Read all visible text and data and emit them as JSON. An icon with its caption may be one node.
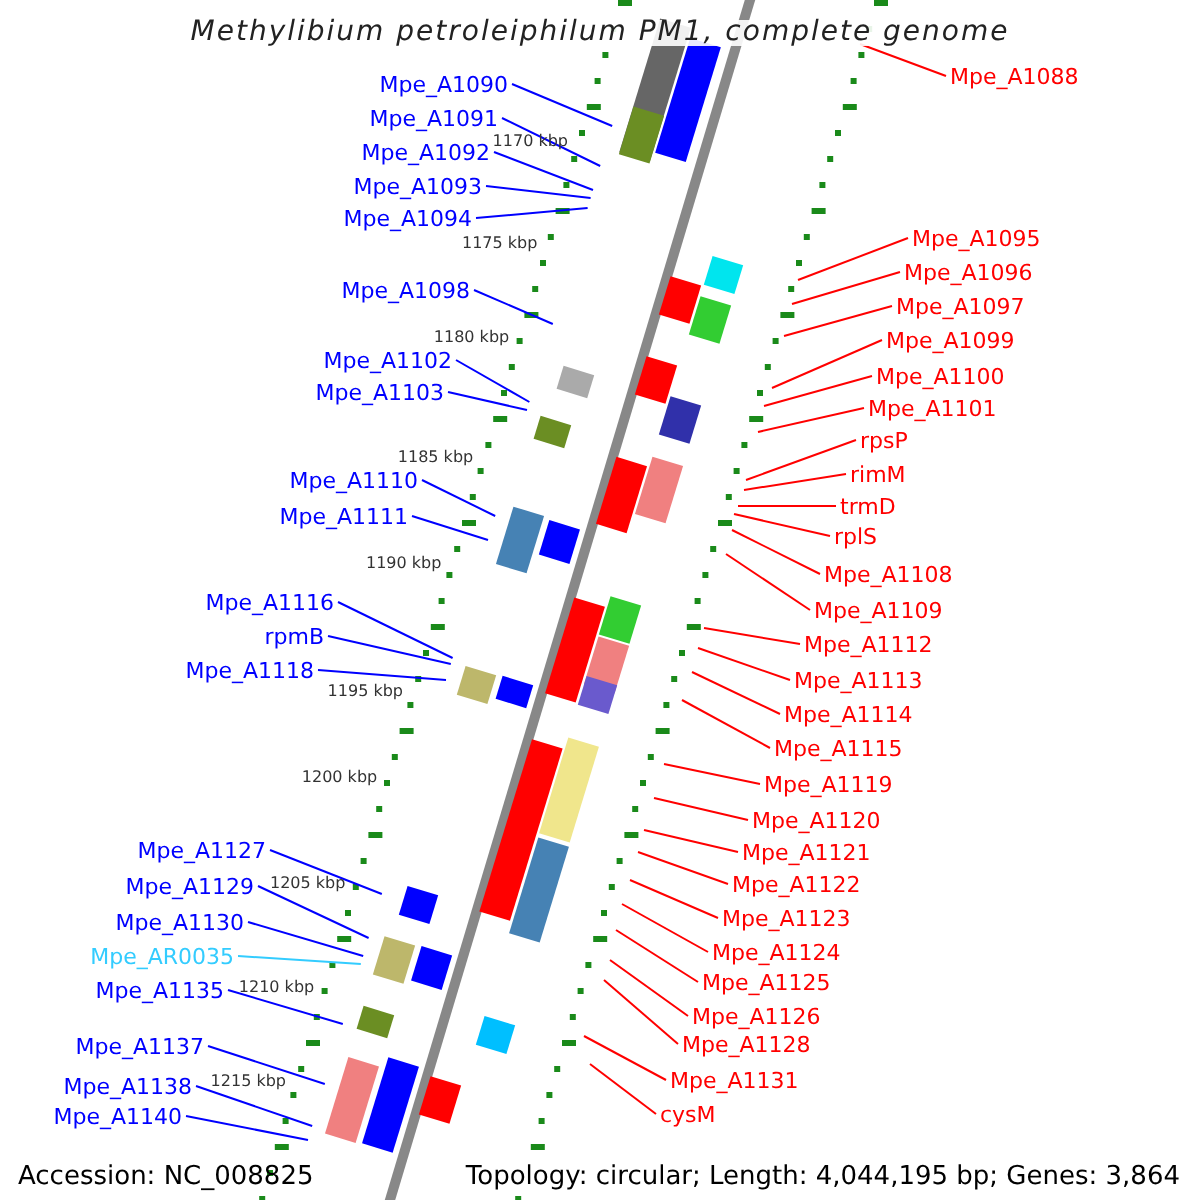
{
  "diagram": {
    "title": "Methylibium petroleiphilum PM1, complete genome",
    "nodes": [
      {
        "text": [
          "Mpe_A1090"
        ]
      },
      {
        "text": [
          "Mpe_A1091"
        ]
      },
      {
        "text": [
          "Mpe_A1092"
        ]
      },
      {
        "text": [
          "Mpe_A1093"
        ]
      },
      {
        "text": [
          "Mpe_A1094"
        ]
      },
      {
        "text": [
          "Mpe_A1098"
        ]
      },
      {
        "text": [
          "Mpe_A1102"
        ]
      },
      {
        "text": [
          "Mpe_A1103"
        ]
      },
      {
        "text": [
          "Mpe_A1110"
        ]
      },
      {
        "text": [
          "Mpe_A1111"
        ]
      },
      {
        "text": [
          "Mpe_A1116"
        ]
      },
      {
        "text": [
          "rpmB"
        ]
      },
      {
        "text": [
          "Mpe_A1118"
        ]
      },
      {
        "text": [
          "Mpe_A1127"
        ]
      },
      {
        "text": [
          "Mpe_A1129"
        ]
      },
      {
        "text": [
          "Mpe_A1130"
        ]
      },
      {
        "text": [
          "Mpe_AR0035"
        ]
      },
      {
        "text": [
          "Mpe_A1135"
        ]
      },
      {
        "text": [
          "Mpe_A1137"
        ]
      },
      {
        "text": [
          "Mpe_A1138"
        ]
      },
      {
        "text": [
          "Mpe_A1140"
        ]
      },
      {
        "text": [
          "Mpe_A1088"
        ]
      },
      {
        "text": [
          "Mpe_A1095"
        ]
      },
      {
        "text": [
          "Mpe_A1096"
        ]
      },
      {
        "text": [
          "Mpe_A1097"
        ]
      },
      {
        "text": [
          "Mpe_A1099"
        ]
      },
      {
        "text": [
          "Mpe_A1100"
        ]
      },
      {
        "text": [
          "Mpe_A1101"
        ]
      },
      {
        "text": [
          "rpsP"
        ]
      },
      {
        "text": [
          "rimM"
        ]
      },
      {
        "text": [
          "trmD"
        ]
      },
      {
        "text": [
          "rplS"
        ]
      },
      {
        "text": [
          "Mpe_A1108"
        ]
      },
      {
        "text": [
          "Mpe_A1109"
        ]
      },
      {
        "text": [
          "Mpe_A1112"
        ]
      },
      {
        "text": [
          "Mpe_A1113"
        ]
      },
      {
        "text": [
          "Mpe_A1114"
        ]
      },
      {
        "text": [
          "Mpe_A1115"
        ]
      },
      {
        "text": [
          "Mpe_A1119"
        ]
      },
      {
        "text": [
          "Mpe_A1120"
        ]
      },
      {
        "text": [
          "Mpe_A1121"
        ]
      },
      {
        "text": [
          "Mpe_A1122"
        ]
      },
      {
        "text": [
          "Mpe_A1123"
        ]
      },
      {
        "text": [
          "Mpe_A1124"
        ]
      },
      {
        "text": [
          "Mpe_A1125"
        ]
      },
      {
        "text": [
          "Mpe_A1126"
        ]
      },
      {
        "text": [
          "Mpe_A1128"
        ]
      },
      {
        "text": [
          "Mpe_A1131"
        ]
      },
      {
        "text": [
          "cysM"
        ]
      }
    ],
    "edges": [
      {
        "from": 0,
        "to": null,
        "arrow": "none",
        "color": "#0000ff"
      },
      {
        "from": 1,
        "to": null,
        "arrow": "none",
        "color": "#0000ff"
      },
      {
        "from": 2,
        "to": null,
        "arrow": "none",
        "color": "#0000ff"
      },
      {
        "from": 3,
        "to": null,
        "arrow": "none",
        "color": "#0000ff"
      },
      {
        "from": 4,
        "to": null,
        "arrow": "none",
        "color": "#0000ff"
      },
      {
        "from": 5,
        "to": null,
        "arrow": "none",
        "color": "#0000ff"
      },
      {
        "from": 6,
        "to": null,
        "arrow": "none",
        "color": "#0000ff"
      },
      {
        "from": 7,
        "to": null,
        "arrow": "none",
        "color": "#0000ff"
      },
      {
        "from": 8,
        "to": null,
        "arrow": "none",
        "color": "#0000ff"
      },
      {
        "from": 9,
        "to": null,
        "arrow": "none",
        "color": "#0000ff"
      },
      {
        "from": 10,
        "to": null,
        "arrow": "none",
        "color": "#0000ff"
      },
      {
        "from": 11,
        "to": null,
        "arrow": "none",
        "color": "#0000ff"
      },
      {
        "from": 12,
        "to": null,
        "arrow": "none",
        "color": "#0000ff"
      },
      {
        "from": 13,
        "to": null,
        "arrow": "none",
        "color": "#0000ff"
      },
      {
        "from": 14,
        "to": null,
        "arrow": "none",
        "color": "#0000ff"
      },
      {
        "from": 15,
        "to": null,
        "arrow": "none",
        "color": "#0000ff"
      },
      {
        "from": 16,
        "to": null,
        "arrow": "none",
        "color": "#33ccff"
      },
      {
        "from": 17,
        "to": null,
        "arrow": "none",
        "color": "#0000ff"
      },
      {
        "from": 18,
        "to": null,
        "arrow": "none",
        "color": "#0000ff"
      },
      {
        "from": 19,
        "to": null,
        "arrow": "none",
        "color": "#0000ff"
      },
      {
        "from": 20,
        "to": null,
        "arrow": "none",
        "color": "#0000ff"
      },
      {
        "from": 21,
        "to": null,
        "arrow": "none"
      },
      {
        "from": 22,
        "to": null,
        "arrow": "none"
      },
      {
        "from": 23,
        "to": null,
        "arrow": "none"
      },
      {
        "from": 24,
        "to": null,
        "arrow": "none"
      },
      {
        "from": 25,
        "to": null,
        "arrow": "none"
      },
      {
        "from": 26,
        "to": null,
        "arrow": "none"
      },
      {
        "from": 27,
        "to": null,
        "arrow": "none"
      },
      {
        "from": 28,
        "to": null,
        "arrow": "none"
      },
      {
        "from": 29,
        "to": null,
        "arrow": "none"
      },
      {
        "from": 30,
        "to": null,
        "arrow": "none"
      },
      {
        "from": 31,
        "to": null,
        "arrow": "none"
      },
      {
        "from": 32,
        "to": null,
        "arrow": "none"
      },
      {
        "from": 33,
        "to": null,
        "arrow": "none"
      },
      {
        "from": 34,
        "to": null,
        "arrow": "none"
      },
      {
        "from": 35,
        "to": null,
        "arrow": "none"
      },
      {
        "from": 36,
        "to": null,
        "arrow": "none"
      },
      {
        "from": 37,
        "to": null,
        "arrow": "none"
      },
      {
        "from": 38,
        "to": null,
        "arrow": "none"
      },
      {
        "from": 39,
        "to": null,
        "arrow": "none"
      },
      {
        "from": 40,
        "to": null,
        "arrow": "none"
      },
      {
        "from": 41,
        "to": null,
        "arrow": "none"
      },
      {
        "from": 42,
        "to": null,
        "arrow": "none"
      },
      {
        "from": 43,
        "to": null,
        "arrow": "none"
      },
      {
        "from": 44,
        "to": null,
        "arrow": "none"
      },
      {
        "from": 45,
        "to": null,
        "arrow": "none"
      },
      {
        "from": 46,
        "to": null,
        "arrow": "none"
      },
      {
        "from": 47,
        "to": null,
        "arrow": "none"
      },
      {
        "from": 48,
        "to": null,
        "arrow": "none"
      }
    ],
    "labels": [
      "1170 kbp",
      "1175 kbp",
      "1180 kbp",
      "1185 kbp",
      "1190 kbp",
      "1195 kbp",
      "1200 kbp",
      "1205 kbp",
      "1210 kbp",
      "1215 kbp",
      "Accession: NC_008825",
      "Topology: circular; Length: 4,044,195 bp; Genes: 3,864"
    ]
  }
}
